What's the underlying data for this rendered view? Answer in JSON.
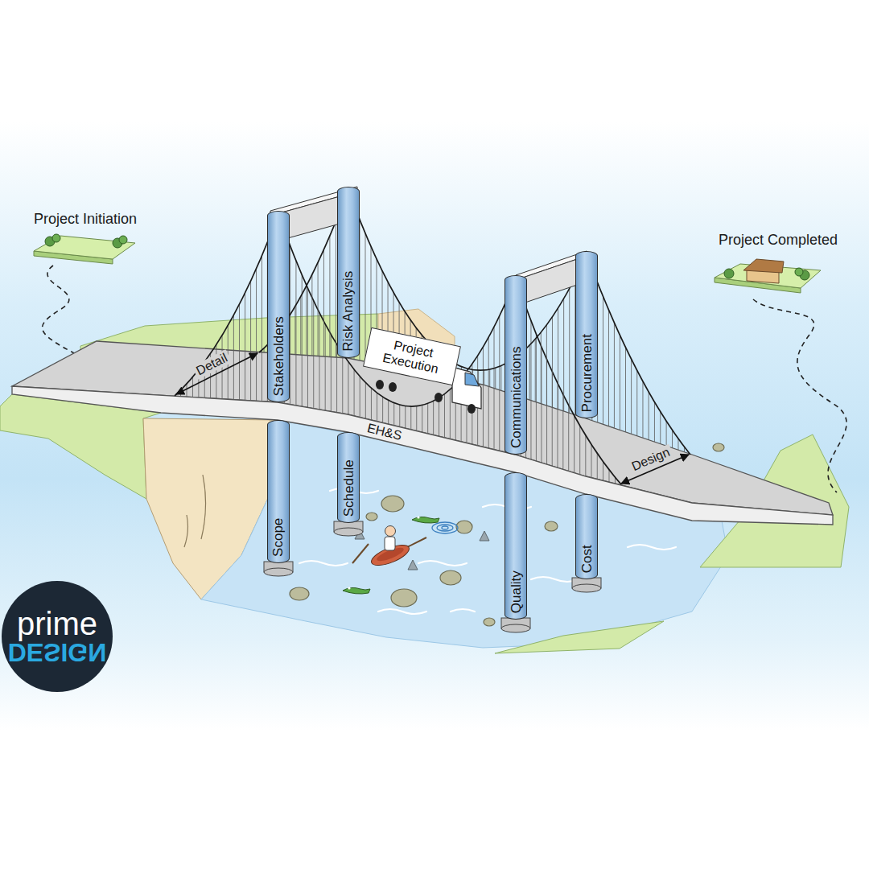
{
  "diagram": {
    "nodes": [
      {
        "text": [
          "Stakeholders"
        ]
      },
      {
        "text": [
          "Risk Analysis"
        ]
      },
      {
        "text": [
          "Scope"
        ]
      },
      {
        "text": [
          "Schedule"
        ]
      },
      {
        "text": [
          "Project Execution"
        ]
      },
      {
        "text": [
          "Communications"
        ]
      },
      {
        "text": [
          "Procurement"
        ]
      },
      {
        "text": [
          "Quality"
        ]
      },
      {
        "text": [
          "Cost"
        ]
      },
      {
        "text": [
          "prime",
          "DESIGN"
        ]
      }
    ],
    "labels": [
      "Project Initiation",
      "Project Completed",
      "Detail",
      "EH&S",
      "Design"
    ]
  }
}
